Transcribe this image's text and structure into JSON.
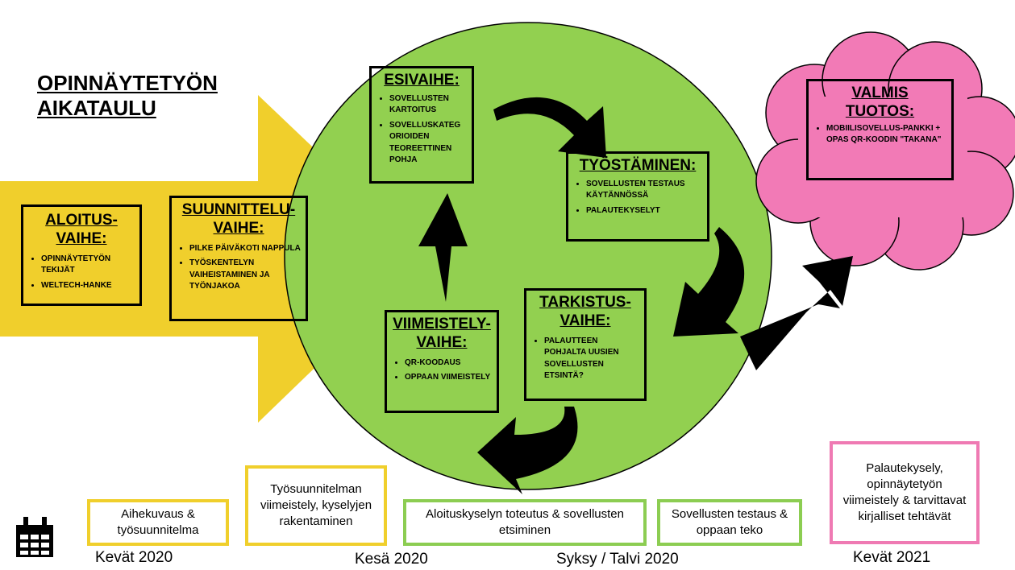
{
  "title": {
    "line1": "OPINNÄYTETYÖN",
    "line2": "AIKATAULU"
  },
  "colors": {
    "yellow": "#f0cf2c",
    "green": "#92d050",
    "pink": "#f27ab6",
    "yellow_border": "#f0cf2c",
    "green_border": "#8ccd52",
    "pink_border": "#ef7ab3"
  },
  "stages": {
    "aloitus": {
      "head1": "ALOITUS-",
      "head2": "VAIHE:",
      "items": [
        "OPINNÄYTETYÖN TEKIJÄT",
        "WELTECH-HANKE"
      ]
    },
    "suunnittelu": {
      "head1": "SUUNNITTELU-",
      "head2": "VAIHE:",
      "items": [
        "PILKE PÄIVÄKOTI NAPPULA",
        "TYÖSKENTELYN VAIHEISTAMINEN JA TYÖNJAKOA"
      ]
    },
    "esivaihe": {
      "head1": "ESIVAIHE:",
      "items": [
        "SOVELLUSTEN KARTOITUS",
        "SOVELLUSKATEG ORIOIDEN TEOREETTINEN POHJA"
      ]
    },
    "tyostaminen": {
      "head1": "TYÖSTÄMINEN:",
      "items": [
        "SOVELLUSTEN TESTAUS KÄYTÄNNÖSSÄ",
        "PALAUTEKYSELYT"
      ]
    },
    "tarkistus": {
      "head1": "TARKISTUS-",
      "head2": "VAIHE:",
      "items": [
        "PALAUTTEEN POHJALTA UUSIEN SOVELLUSTEN ETSINTÄ?"
      ]
    },
    "viimeistely": {
      "head1": "VIIMEISTELY-",
      "head2": "VAIHE:",
      "items": [
        "QR-KOODAUS",
        "OPPAAN VIIMEISTELY"
      ]
    },
    "valmis": {
      "head1": "VALMIS",
      "head2": "TUOTOS:",
      "items": [
        "MOBIILISOVELLUS-PANKKI + OPAS QR-KOODIN \"TAKANA\""
      ]
    }
  },
  "timeline": {
    "boxes": [
      {
        "text": "Aihekuvaus & työsuunnitelma"
      },
      {
        "text": "Työsuunnitelman viimeistely, kyselyjen rakentaminen"
      },
      {
        "text": "Aloituskyselyn toteutus & sovellusten etsiminen"
      },
      {
        "text": "Sovellusten testaus & oppaan teko"
      },
      {
        "text": "Palautekysely, opinnäytetyön viimeistely & tarvittavat kirjalliset tehtävät"
      }
    ],
    "seasons": [
      "Kevät 2020",
      "Kesä 2020",
      "Syksy / Talvi 2020",
      "Kevät 2021"
    ],
    "icon": "calendar-icon"
  }
}
